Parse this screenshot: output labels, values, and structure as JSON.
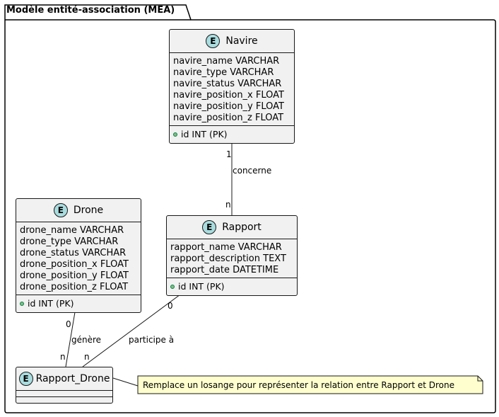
{
  "package": {
    "title": "Modèle entité-association (MEA)"
  },
  "entities": {
    "navire": {
      "badge": "E",
      "name": "Navire",
      "attributes": [
        "navire_name VARCHAR",
        "navire_type VARCHAR",
        "navire_status VARCHAR",
        "navire_position_x FLOAT",
        "navire_position_y FLOAT",
        "navire_position_z FLOAT"
      ],
      "key": "id INT (PK)"
    },
    "drone": {
      "badge": "E",
      "name": "Drone",
      "attributes": [
        "drone_name VARCHAR",
        "drone_type VARCHAR",
        "drone_status VARCHAR",
        "drone_position_x FLOAT",
        "drone_position_y FLOAT",
        "drone_position_z FLOAT"
      ],
      "key": "id INT (PK)"
    },
    "rapport": {
      "badge": "E",
      "name": "Rapport",
      "attributes": [
        "rapport_name VARCHAR",
        "rapport_description TEXT",
        "rapport_date DATETIME"
      ],
      "key": "id INT (PK)"
    },
    "rapport_drone": {
      "badge": "E",
      "name": "Rapport_Drone"
    }
  },
  "relations": {
    "concerne": {
      "label": "concerne",
      "from_card": "1",
      "to_card": "n"
    },
    "genere": {
      "label": "génère",
      "from_card": "0",
      "to_card": "n"
    },
    "participe": {
      "label": "participe à",
      "from_card": "0",
      "to_card": "n"
    }
  },
  "note": {
    "text": "Remplace un losange pour représenter la relation entre Rapport et Drone"
  }
}
